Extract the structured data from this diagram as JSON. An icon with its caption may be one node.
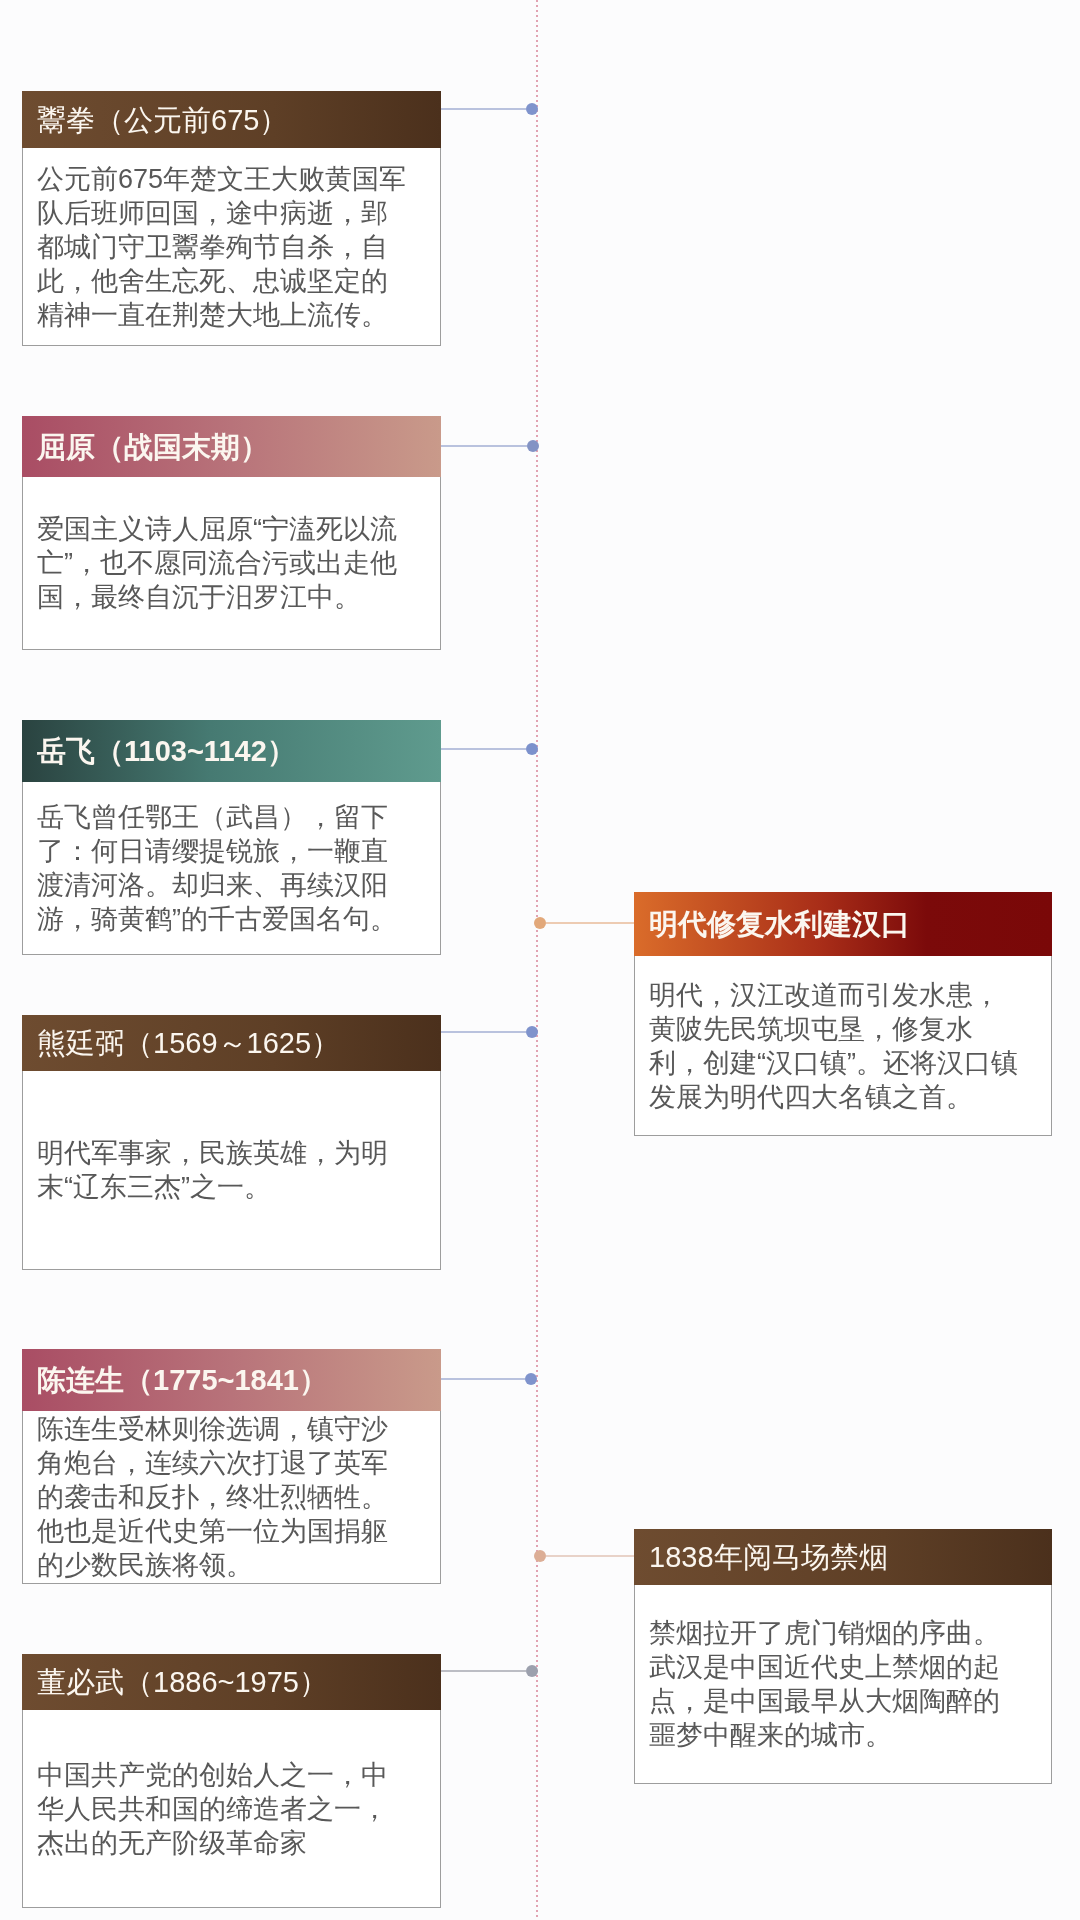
{
  "diagram": {
    "nodes": [
      {
        "text": [
          "鬻拳（公元前675）",
          "公元前675年楚文王大败黄国军队后班师回国，途中病逝，郢都城门守卫鬻拳殉节自杀，自此，他舍生忘死、忠诚坚定的精神一直在荆楚大地上流传。"
        ]
      },
      {
        "text": [
          "屈原（战国末期）",
          "爱国主义诗人屈原“宁溘死以流亡”，也不愿同流合污或出走他国，最终自沉于汨罗江中。"
        ]
      },
      {
        "text": [
          "岳飞（1103~1142）",
          "岳飞曾任鄂王（武昌），留下了：何日请缨提锐旅，一鞭直渡清河洛。却归来、再续汉阳游，骑黄鹤”的千古爱国名句。"
        ]
      },
      {
        "text": [
          "明代修复水利建汉口",
          "明代，汉江改道而引发水患，黄陂先民筑坝屯垦，修复水利，创建“汉口镇”。还将汉口镇发展为明代四大名镇之首。"
        ]
      },
      {
        "text": [
          "熊廷弼（1569～1625）",
          "明代军事家，民族英雄，为明末“辽东三杰”之一。"
        ]
      },
      {
        "text": [
          "陈连生（1775~1841）",
          "陈连生受林则徐选调，镇守沙角炮台，连续六次打退了英军的袭击和反扑，终壮烈牺牲。他也是近代史第一位为国捐躯的少数民族将领。"
        ]
      },
      {
        "text": [
          "1838年阅马场禁烟",
          "禁烟拉开了虎门销烟的序曲。武汉是中国近代史上禁烟的起点，是中国最早从大烟陶醉的噩梦中醒来的城市。"
        ]
      },
      {
        "text": [
          "董必武（1886~1975）",
          "中国共产党的创始人之一，中华人民共和国的缔造者之一，杰出的无产阶级革命家"
        ]
      },
      {
        "text": [],
        "shape": "circle"
      },
      {
        "text": [],
        "shape": "circle"
      },
      {
        "text": [],
        "shape": "circle"
      },
      {
        "text": [],
        "shape": "circle"
      },
      {
        "text": [],
        "shape": "circle"
      },
      {
        "text": [],
        "shape": "circle"
      },
      {
        "text": [],
        "shape": "circle"
      },
      {
        "text": [],
        "shape": "circle"
      }
    ],
    "edges": [
      {
        "from": 0,
        "to": 8,
        "arrow": "none"
      },
      {
        "from": 1,
        "to": 9,
        "arrow": "none"
      },
      {
        "from": 2,
        "to": 10,
        "arrow": "none"
      },
      {
        "from": 3,
        "to": 11,
        "arrow": "none",
        "color": "#e8bb98"
      },
      {
        "from": 4,
        "to": 12,
        "arrow": "none"
      },
      {
        "from": 5,
        "to": 13,
        "arrow": "none"
      },
      {
        "from": 6,
        "to": 14,
        "arrow": "none",
        "color": "#e2c4b6"
      },
      {
        "from": 7,
        "to": 15,
        "arrow": "none",
        "color": "#a7a9b0"
      }
    ]
  }
}
